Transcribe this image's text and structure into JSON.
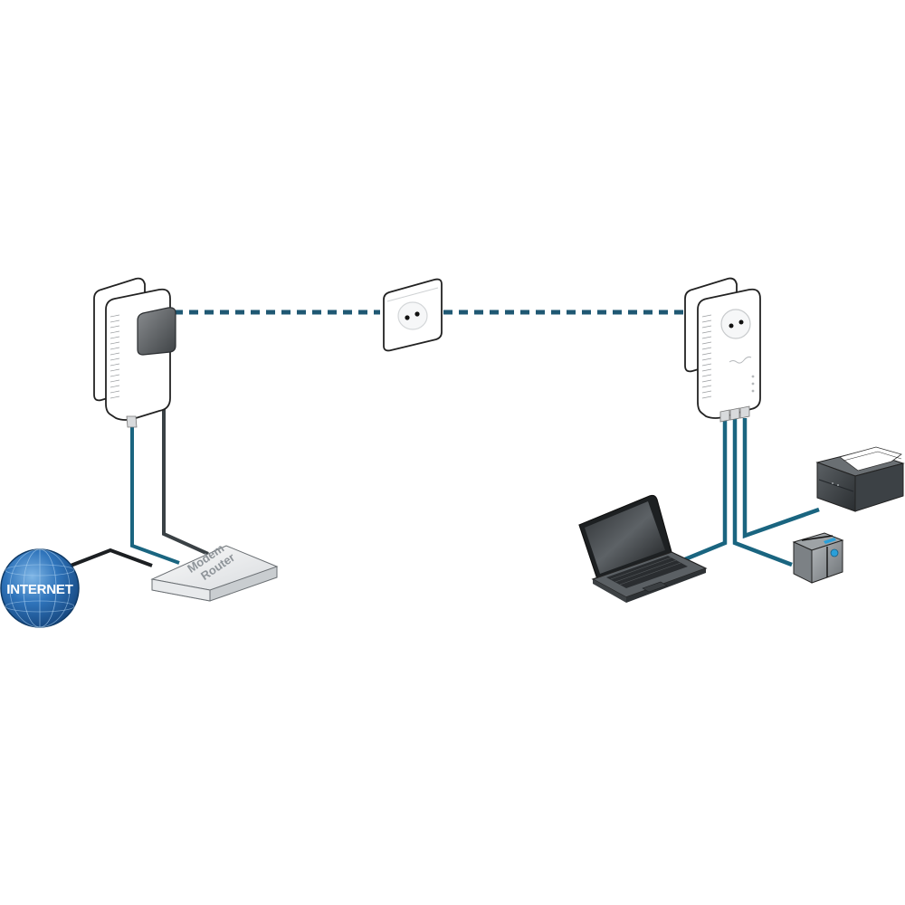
{
  "diagram": {
    "type": "network-topology",
    "description": "Powerline network setup",
    "colors": {
      "background": "#ffffff",
      "powerline_dash": "#1f5873",
      "ethernet_cable": "#1a6580",
      "internet_cable": "#1c1f22",
      "dark_cable": "#3a4145",
      "device_outline": "#2a2a2a",
      "adapter_body": "#ffffff",
      "globe_blue": "#2167ad",
      "printer_body": "#3c4145",
      "accent_blue": "#2a9fd8"
    },
    "nodes": [
      {
        "id": "internet",
        "label": "INTERNET",
        "kind": "cloud-globe"
      },
      {
        "id": "modem_router",
        "label_line1": "Modem",
        "label_line2": "Router",
        "kind": "router"
      },
      {
        "id": "adapter_left",
        "kind": "powerline-adapter",
        "variant": "plug-in with plug inserted"
      },
      {
        "id": "wall_socket",
        "kind": "wall-socket"
      },
      {
        "id": "adapter_right",
        "kind": "powerline-adapter",
        "variant": "with pass-through socket, 3 ethernet ports"
      },
      {
        "id": "laptop",
        "kind": "laptop"
      },
      {
        "id": "printer",
        "kind": "printer"
      },
      {
        "id": "nas",
        "kind": "network-storage"
      }
    ],
    "edges": [
      {
        "from": "internet",
        "to": "modem_router",
        "style": "solid-black"
      },
      {
        "from": "adapter_left",
        "to": "modem_router",
        "style": "solid-blue"
      },
      {
        "from": "adapter_left",
        "to": "modem_router",
        "style": "solid-dark-gray",
        "note": "power cable"
      },
      {
        "from": "adapter_left",
        "to": "wall_socket",
        "style": "dashed-blue",
        "note": "powerline"
      },
      {
        "from": "wall_socket",
        "to": "adapter_right",
        "style": "dashed-blue",
        "note": "powerline"
      },
      {
        "from": "adapter_right",
        "to": "laptop",
        "style": "solid-blue"
      },
      {
        "from": "adapter_right",
        "to": "nas",
        "style": "solid-blue"
      },
      {
        "from": "adapter_right",
        "to": "printer",
        "style": "solid-blue"
      }
    ]
  },
  "labels": {
    "internet": "INTERNET",
    "router_line1": "Modem",
    "router_line2": "Router"
  }
}
